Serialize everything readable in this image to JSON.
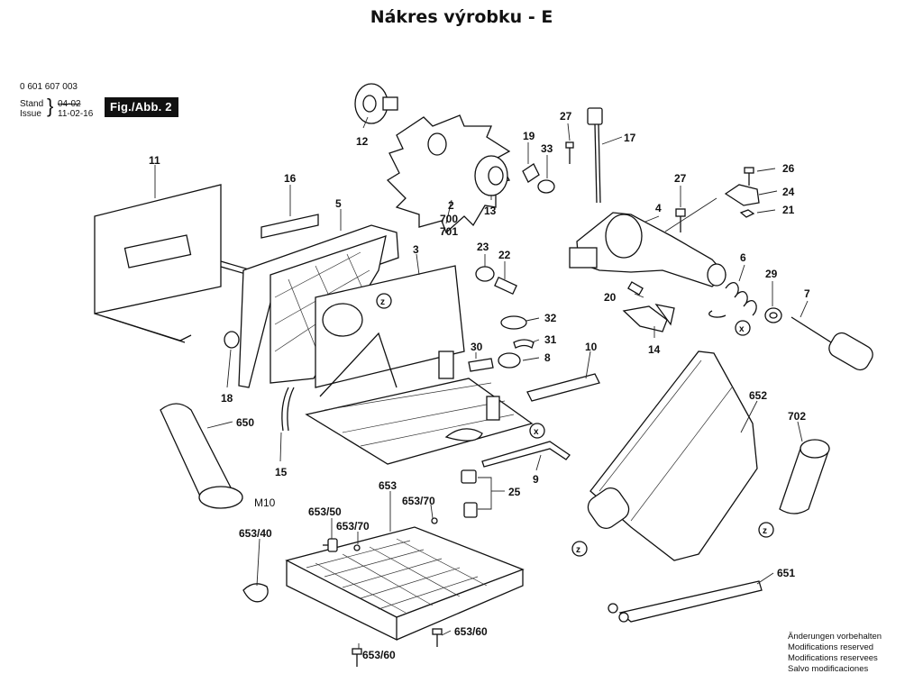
{
  "title": "Nákres výrobku - E",
  "document": {
    "number": "0 601 607 003",
    "stand_label": "Stand",
    "stand_value": "04-02",
    "issue_label": "Issue",
    "issue_value": "11-02-16",
    "figure": "Fig./Abb. 2"
  },
  "labels": {
    "p2": "2",
    "p3": "3",
    "p4": "4",
    "p5": "5",
    "p6": "6",
    "p7": "7",
    "p8": "8",
    "p9": "9",
    "p10": "10",
    "p11": "11",
    "p12": "12",
    "p13": "13",
    "p14": "14",
    "p15": "15",
    "p16": "16",
    "p17": "17",
    "p18": "18",
    "p19": "19",
    "p20": "20",
    "p21": "21",
    "p22": "22",
    "p23": "23",
    "p24": "24",
    "p25": "25",
    "p26": "26",
    "p27a": "27",
    "p27b": "27",
    "p29": "29",
    "p30": "30",
    "p31": "31",
    "p32": "32",
    "p33": "33",
    "p650": "650",
    "p651": "651",
    "p652": "652",
    "p653": "653",
    "p653_40": "653/40",
    "p653_50": "653/50",
    "p653_60a": "653/60",
    "p653_60b": "653/60",
    "p653_70a": "653/70",
    "p653_70b": "653/70",
    "p700": "700",
    "p701": "701",
    "p702": "702",
    "m10": "M10"
  },
  "markers": {
    "z": "z",
    "x": "x"
  },
  "notes": [
    "Änderungen vorbehalten",
    "Modifications reserved",
    "Modifications reservees",
    "Salvo modificaciones"
  ]
}
